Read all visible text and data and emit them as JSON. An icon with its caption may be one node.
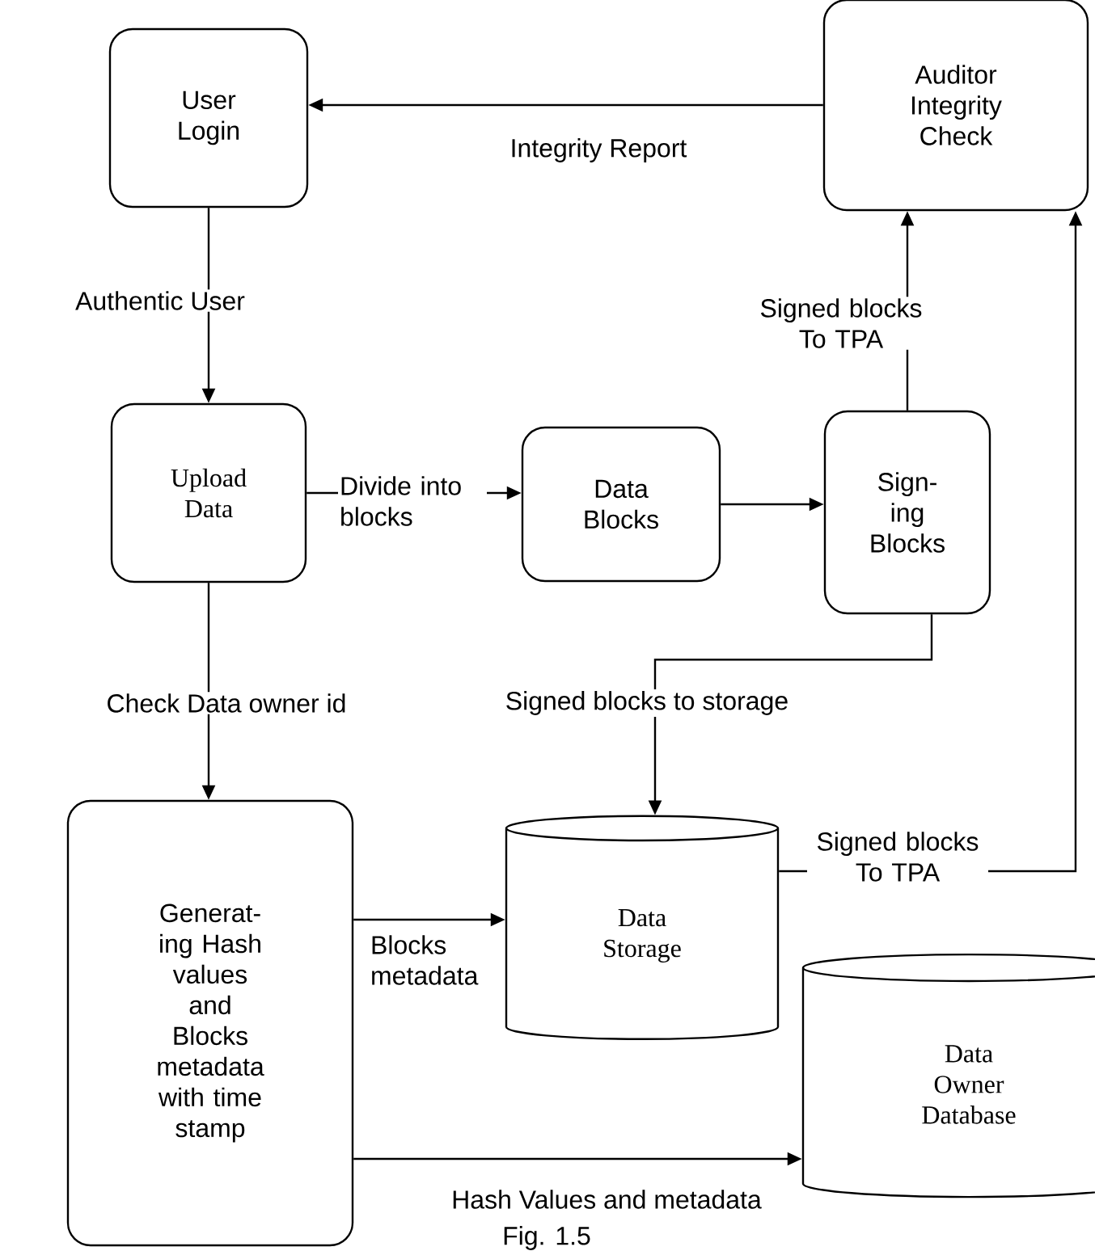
{
  "diagram": {
    "caption": "Fig. 1.5",
    "nodes": [
      {
        "text": [
          "User Login"
        ]
      },
      {
        "text": [
          "Auditor Integrity Check"
        ]
      },
      {
        "text": [
          "Upload Data"
        ]
      },
      {
        "text": [
          "Data Blocks"
        ]
      },
      {
        "text": [
          "Sign- ing Blocks"
        ]
      },
      {
        "text": [
          "Generat- ing Hash values and Blocks metadata with time stamp"
        ]
      },
      {
        "text": [
          "Data Storage"
        ]
      },
      {
        "text": [
          "Data Owner Database"
        ]
      }
    ],
    "edges": [
      {
        "from": 1,
        "to": 0,
        "arrow": "to",
        "label": "Integrity Report"
      },
      {
        "from": 0,
        "to": 2,
        "arrow": "to",
        "label": "Authentic User"
      },
      {
        "from": 2,
        "to": 3,
        "arrow": "to",
        "label": "Divide into blocks"
      },
      {
        "from": 3,
        "to": 4,
        "arrow": "to"
      },
      {
        "from": 4,
        "to": 1,
        "arrow": "to",
        "label": "Signed blocks To TPA"
      },
      {
        "from": 4,
        "to": 6,
        "arrow": "to",
        "label": "Signed blocks to storage"
      },
      {
        "from": 2,
        "to": 5,
        "arrow": "to",
        "label": "Check Data owner id"
      },
      {
        "from": 5,
        "to": 6,
        "arrow": "to",
        "label": "Blocks metadata"
      },
      {
        "from": 5,
        "to": 7,
        "arrow": "to",
        "label": "Hash Values and metadata"
      },
      {
        "from": 6,
        "to": 1,
        "arrow": "to",
        "label": "Signed blocks To TPA"
      }
    ]
  }
}
